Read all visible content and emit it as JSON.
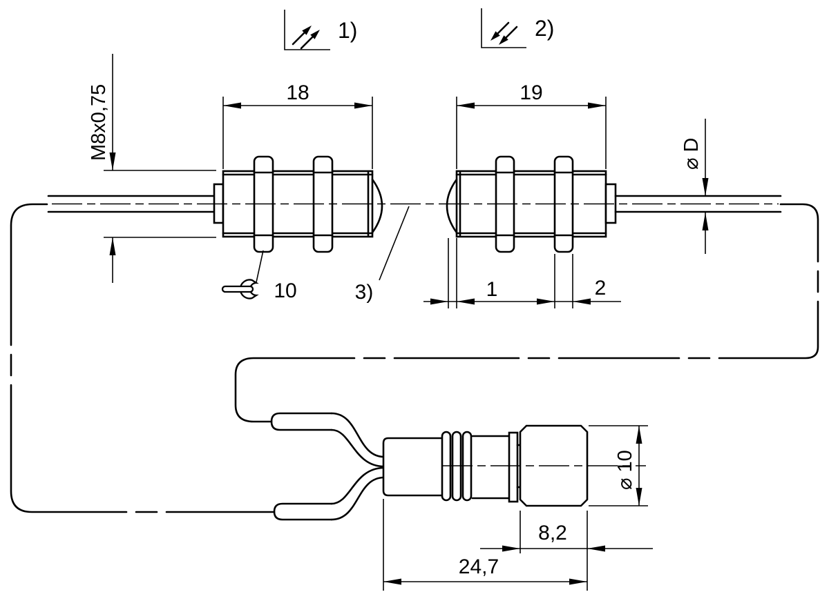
{
  "labels": {
    "symbol_1": "1)",
    "symbol_2": "2)",
    "note_3": "3)",
    "thread_spec": "M8x0,75",
    "dim_emitter_length": "18",
    "dim_receiver_length": "19",
    "dim_lens_protrusion": "1",
    "dim_nut_thickness": "2",
    "wrench_size": "10",
    "dim_cable_diameter": "⌀ D",
    "dim_plug_diameter": "⌀ 10",
    "dim_plug_head_length": "8,2",
    "dim_plug_length": "24,7"
  },
  "colors": {
    "line": "#000000",
    "background": "#ffffff"
  }
}
